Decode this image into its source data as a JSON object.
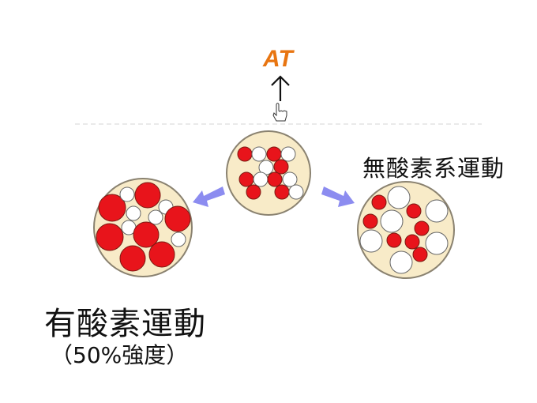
{
  "threshold_label": "AT",
  "anaerobic_label": "無酸素系運動",
  "aerobic_label": "有酸素運動",
  "aerobic_intensity": "（50%強度）",
  "colors": {
    "at_text": "#e87511",
    "red_fiber": "#e8141b",
    "white_fiber": "#ffffff",
    "bundle_fill": "#f8ebc8",
    "transition_arrow": "#8c8cf0"
  },
  "icons": {
    "pointer": "pointing-hand-icon",
    "up_arrow": "up-arrow-icon"
  }
}
